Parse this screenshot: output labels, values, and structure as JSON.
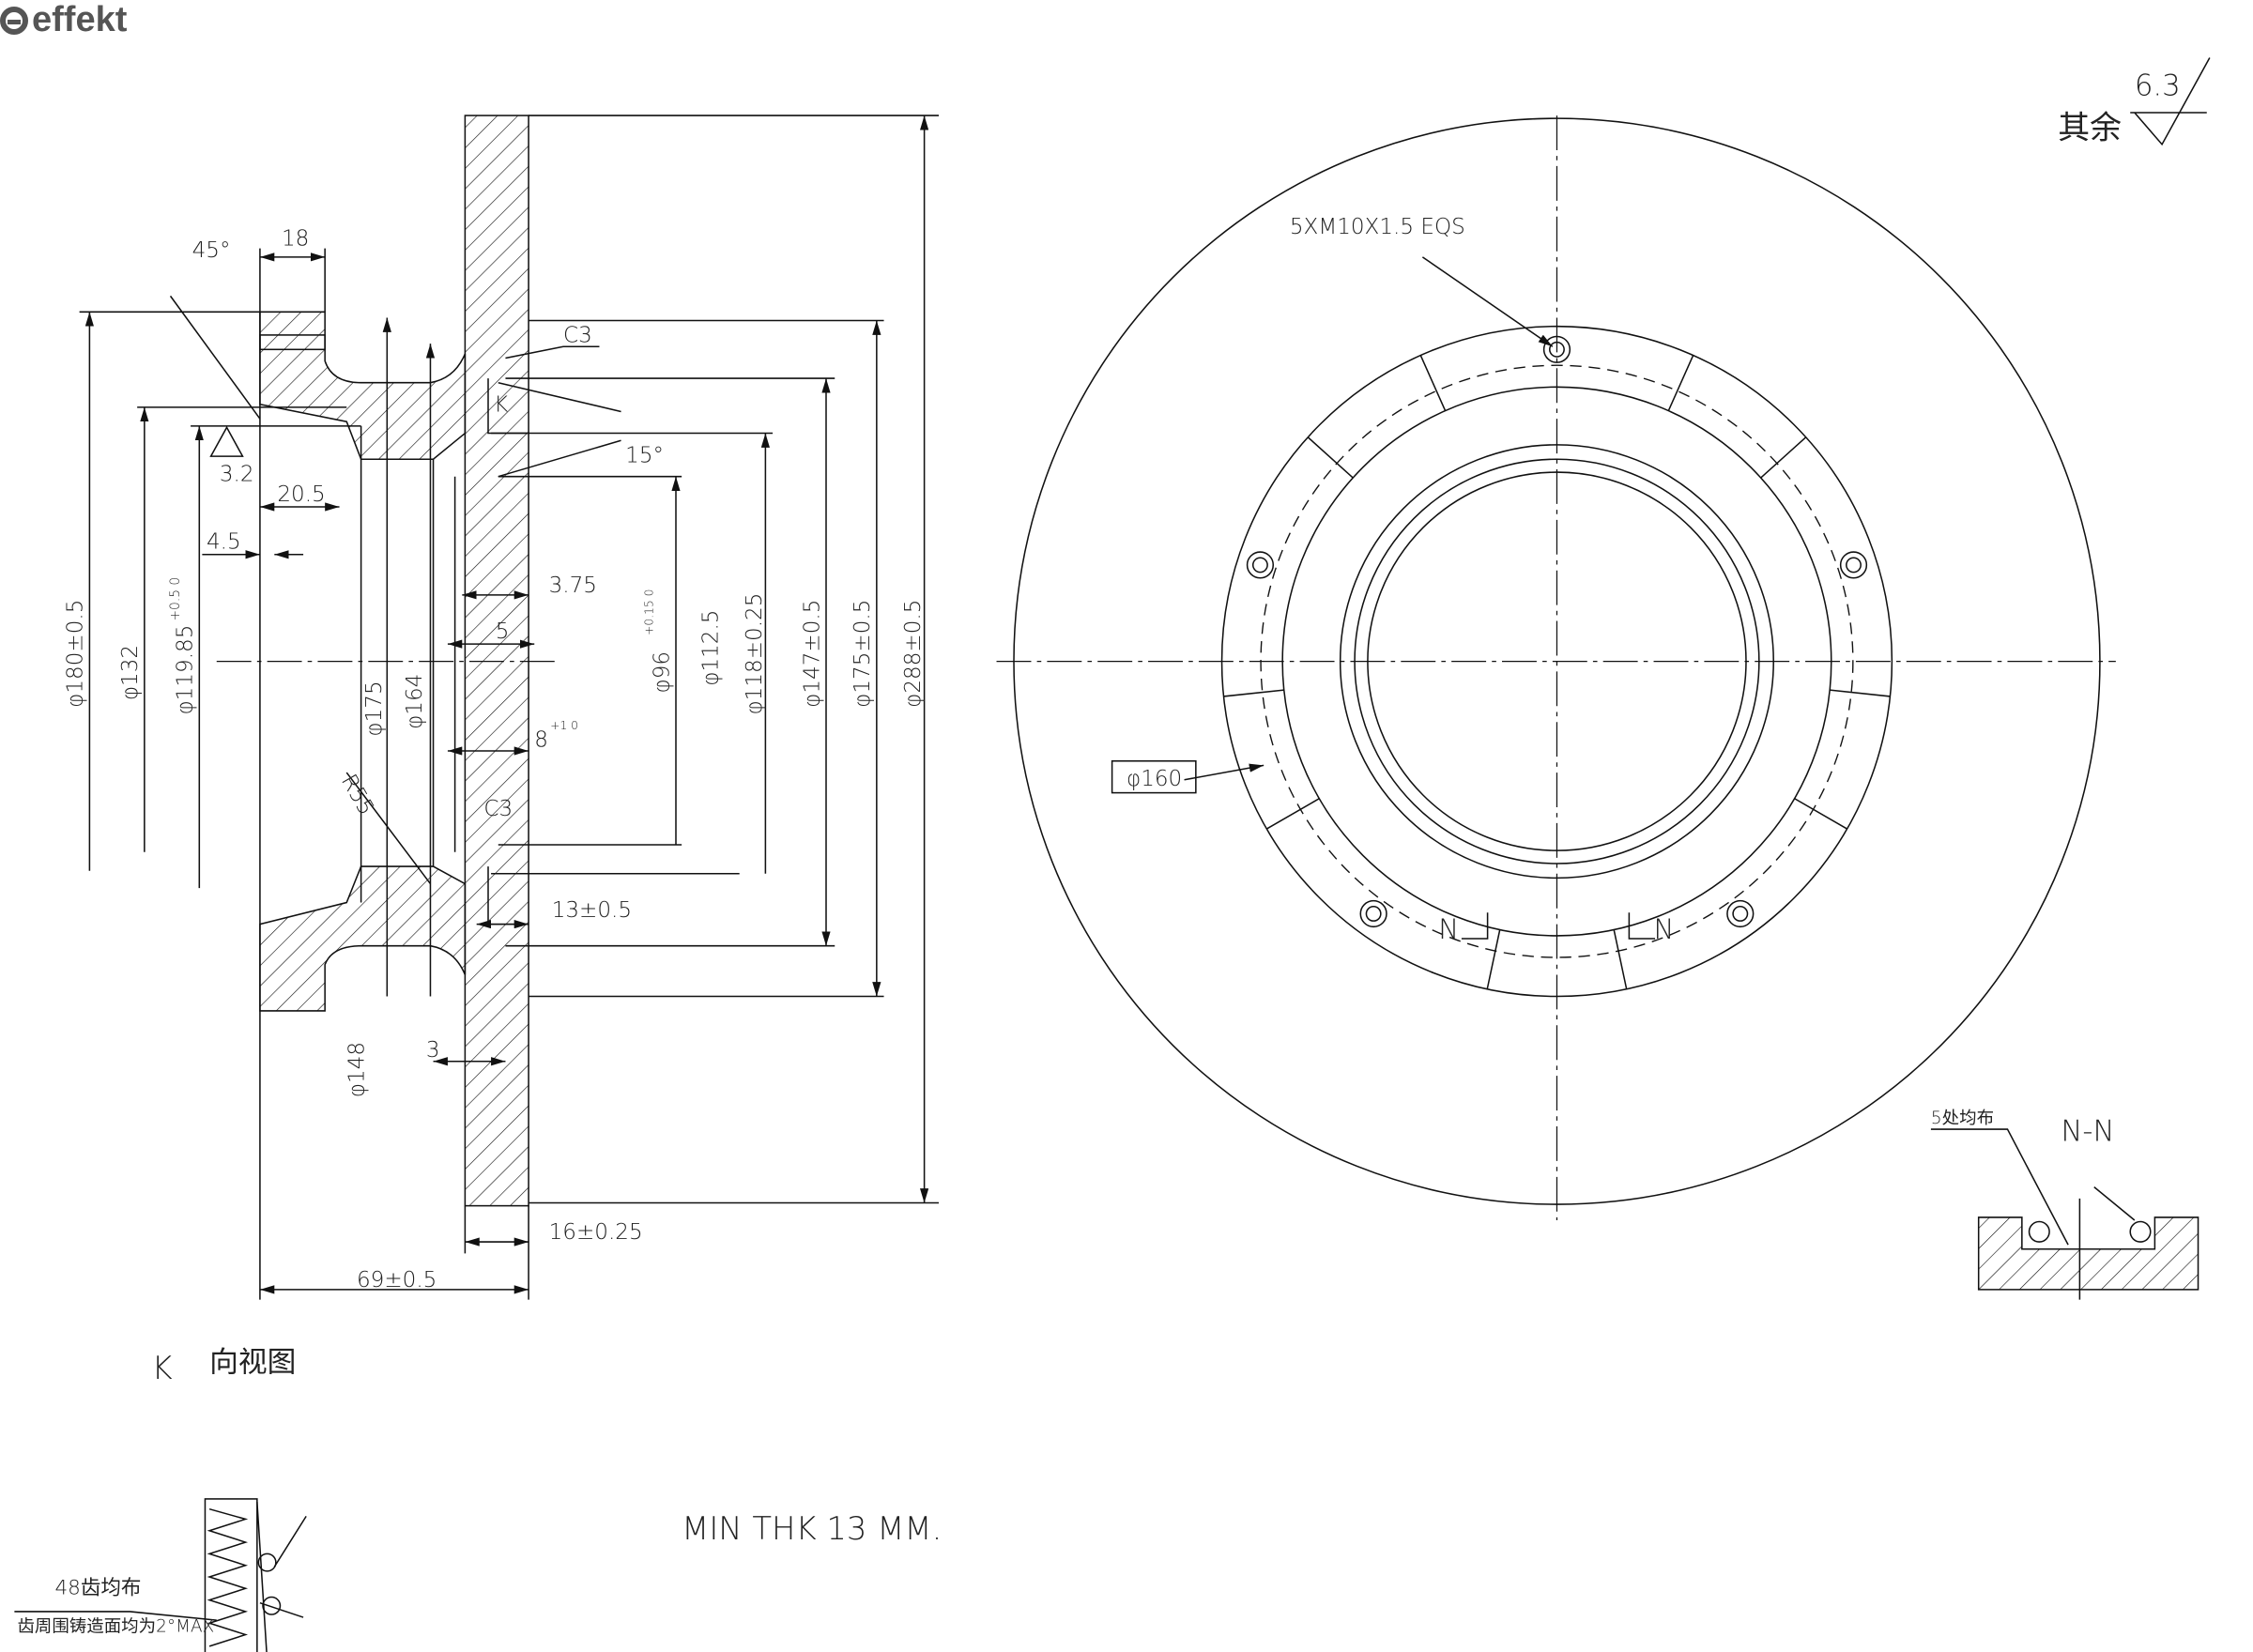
{
  "logo": {
    "text": "effekt"
  },
  "surface_finish": {
    "label": "其余",
    "value": "6.3"
  },
  "section_view": {
    "angle_45": "45°",
    "dim_18": "18",
    "roughness_3_2": "3.2",
    "dim_20_5": "20.5",
    "dim_4_5": "4.5",
    "dia_180": "φ180±0.5",
    "dia_132": "φ132",
    "dia_119_85": "φ119.85",
    "tol_119_85": "+0.5 0",
    "dia_175_inner": "φ175",
    "dia_164": "φ164",
    "radius_55": "R55",
    "dia_148": "φ148",
    "dim_3": "3",
    "chamfer_top": "C3",
    "chamfer_bottom": "C3",
    "view_k": "K",
    "angle_15": "15°",
    "dim_3_75": "3.75",
    "dim_5": "5",
    "dim_8": "8",
    "tol_8": "+1 0",
    "dia_96": "φ96",
    "tol_96": "+0.15 0",
    "dia_112_5": "φ112.5",
    "dia_118": "φ118±0.25",
    "dia_147": "φ147±0.5",
    "dia_175": "φ175±0.5",
    "dia_288": "φ288±0.5",
    "dim_13": "13±0.5",
    "dim_16": "16±0.25",
    "dim_69": "69±0.5"
  },
  "front_view": {
    "thread_note": "5XM10X1.5 EQS",
    "dia_160": "φ160",
    "section_mark_left": "N",
    "section_mark_right": "N"
  },
  "section_nn": {
    "title": "N-N",
    "note": "5处均布"
  },
  "k_view": {
    "label": "K",
    "title": "向视图",
    "teeth_note": "48齿均布",
    "draft_note": "齿周围铸造面均为2°MAX"
  },
  "min_thickness": "MIN THK 13 MM."
}
